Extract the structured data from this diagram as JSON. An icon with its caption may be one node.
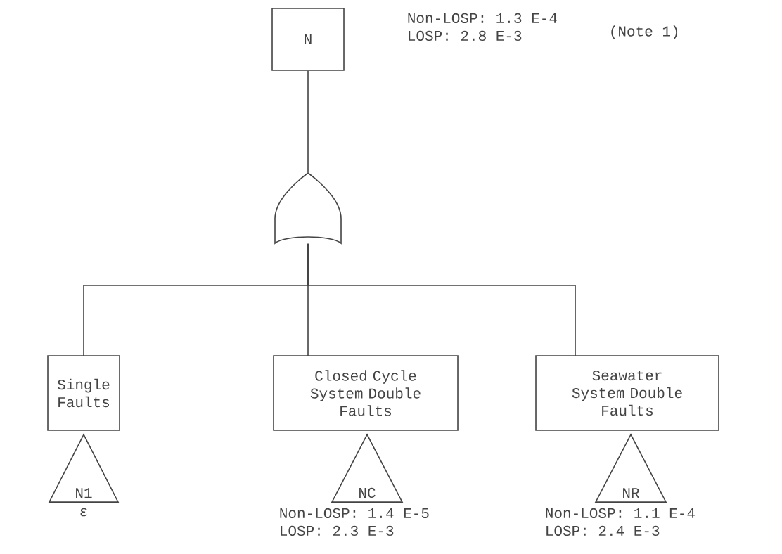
{
  "diagram": {
    "nodes": [
      {
        "text": [
          "N"
        ],
        "beside": [
          "Non-LOSP: 1.3 E-4",
          "LOSP: 2.8 E-3"
        ]
      },
      {
        "text": [],
        "shape": "gate"
      },
      {
        "text": [
          "Single Faults"
        ]
      },
      {
        "text": [
          "Closed Cycle System Double Faults"
        ]
      },
      {
        "text": [
          "Seawater System Double Faults"
        ]
      },
      {
        "text": [
          "N1"
        ],
        "beside": [
          "ε"
        ]
      },
      {
        "text": [
          "NC"
        ],
        "beside": [
          "Non-LOSP: 1.4 E-5",
          "LOSP: 2.3 E-3"
        ]
      },
      {
        "text": [
          "NR"
        ],
        "beside": [
          "Non-LOSP: 1.1 E-4",
          "LOSP: 2.4 E-3"
        ]
      }
    ],
    "edges": [
      {
        "from": 0,
        "to": 1,
        "arrow": "none"
      },
      {
        "from": 1,
        "to": 2,
        "arrow": "none"
      },
      {
        "from": 1,
        "to": 3,
        "arrow": "none"
      },
      {
        "from": 1,
        "to": 4,
        "arrow": "none"
      }
    ],
    "labels": [
      "(Note 1)"
    ]
  }
}
